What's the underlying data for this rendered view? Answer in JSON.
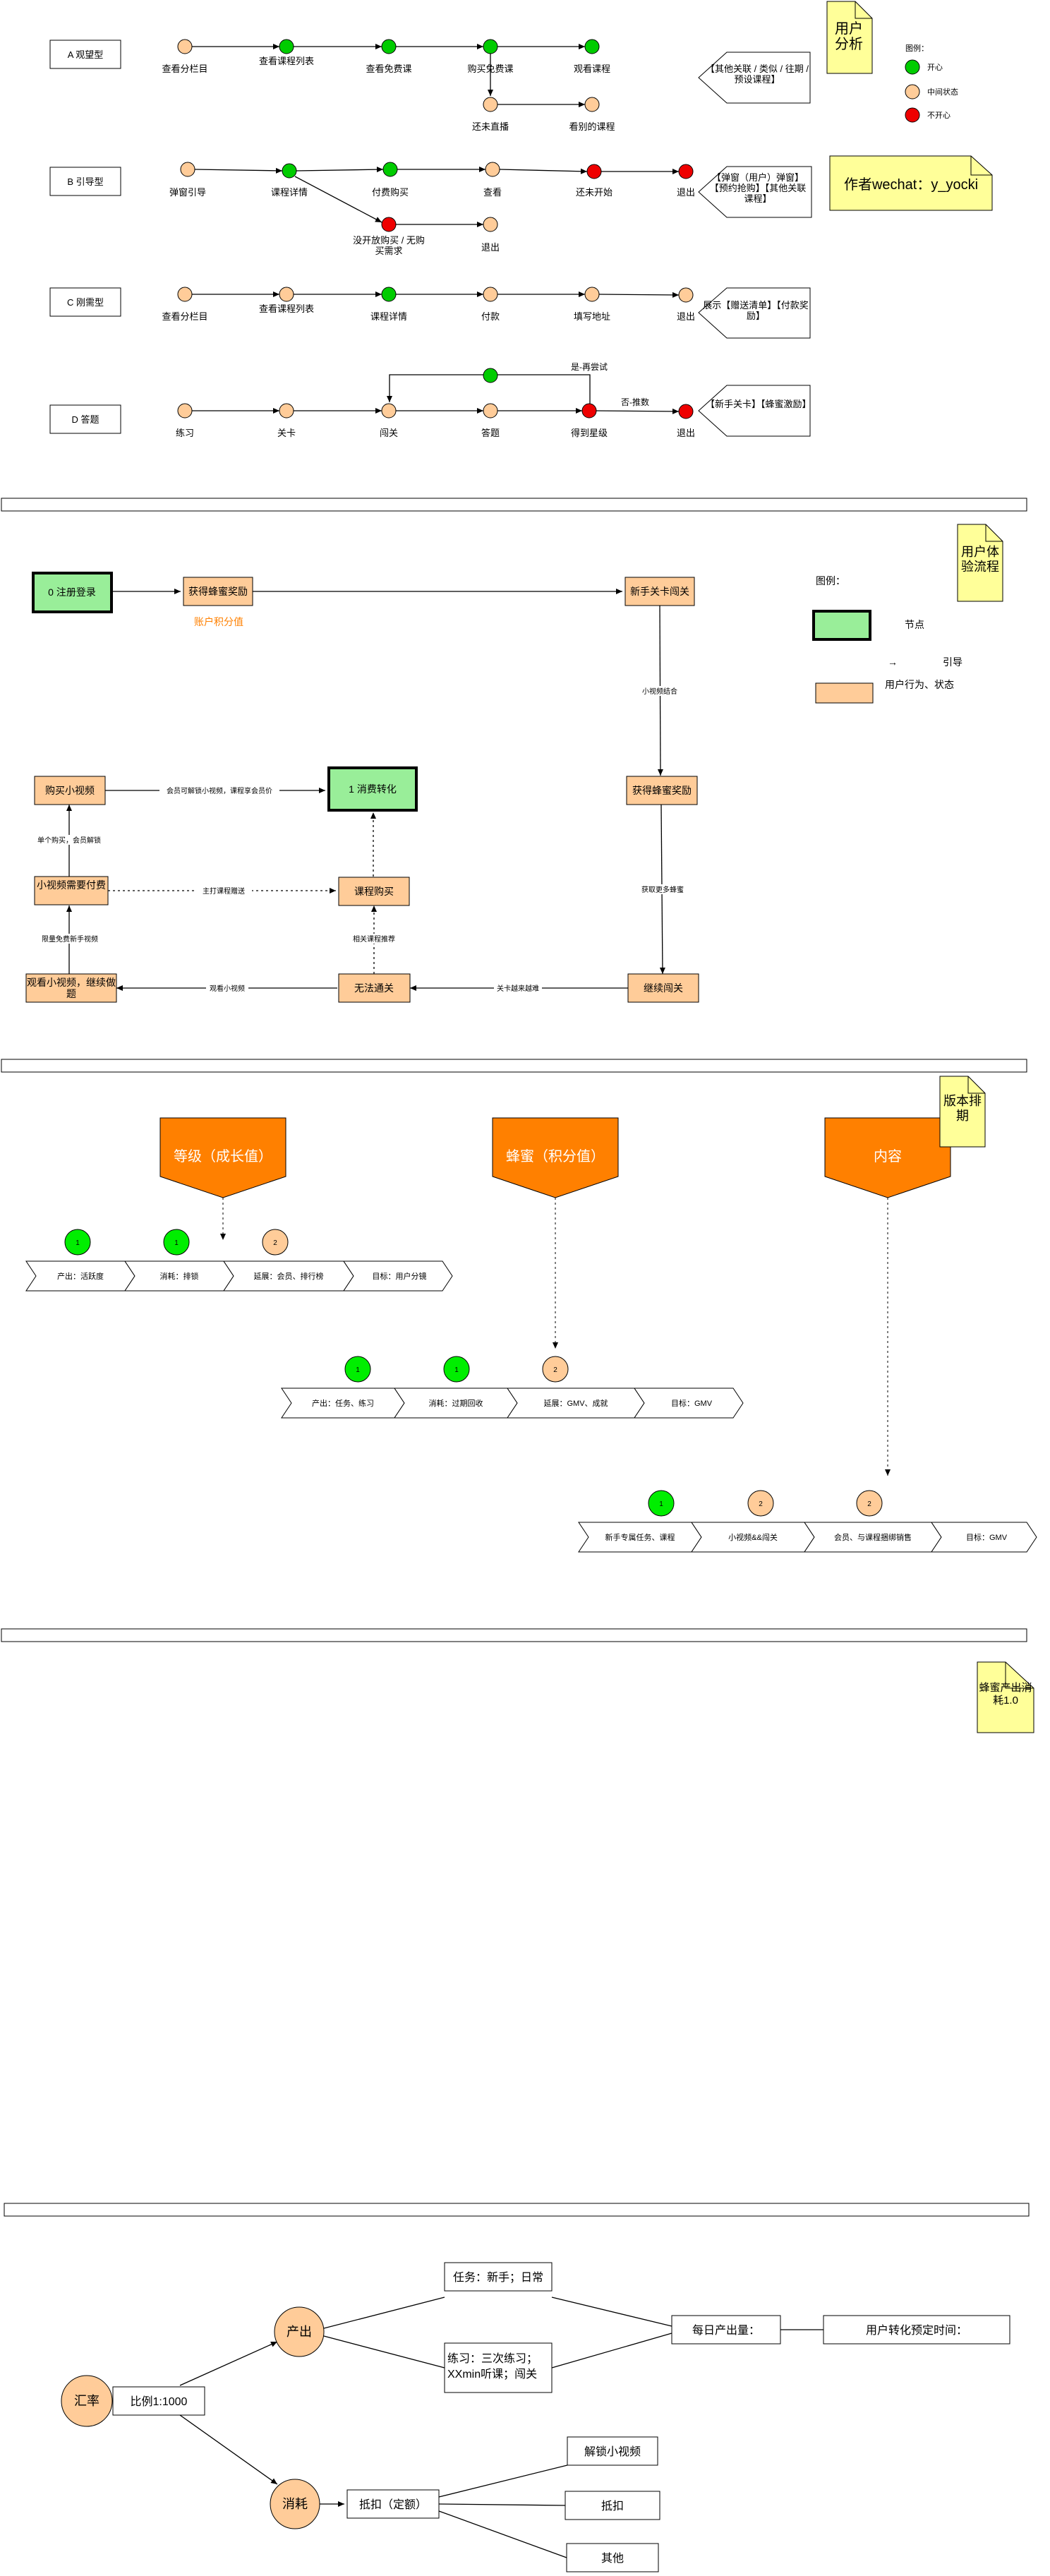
{
  "sec1": {
    "labels": {
      "a": "A 观望型",
      "b": "B 引导型",
      "c": "C 刚需型",
      "d": "D 答题"
    },
    "a_nodes": [
      "查看分栏目",
      "查看课程列表",
      "查看免费课",
      "购买免费课",
      "观看课程",
      "还未直播",
      "看别的课程"
    ],
    "b_nodes": [
      "弹窗引导",
      "课程详情",
      "付费购买",
      "查看",
      "还未开始",
      "退出",
      "没开放购买 / 无购买需求",
      "退出"
    ],
    "c_nodes": [
      "查看分栏目",
      "查看课程列表",
      "课程详情",
      "付款",
      "填写地址",
      "退出"
    ],
    "d_nodes": [
      "练习",
      "关卡",
      "闯关",
      "答题",
      "得到星级",
      "退出"
    ],
    "d_yes": "是-再尝试",
    "d_no": "否-推数",
    "callouts": {
      "a": "【其他关联 / 类似 / 往期 / 预设课程】",
      "b": "【弹窗（用户）弹窗】【预约抢购】【其他关联课程】",
      "c": "展示【赠送清单】【付款奖励】",
      "d": "【新手关卡】【蜂蜜激励】"
    },
    "note_analysis": "用户分析",
    "note_author": "作者wechat：y_yocki",
    "legend": {
      "title": "图例：",
      "happy": "开心",
      "neutral": "中间状态",
      "unhappy": "不开心"
    }
  },
  "sec2": {
    "note": "用户体验流程",
    "login": "0 注册登录",
    "bee": "获得蜂蜜奖励",
    "bee_sub": "账户积分值",
    "newbie": "新手关卡闯关",
    "convert": "1 消费转化",
    "buyvideo": "购买小视频",
    "needpay": "小视频需要付费",
    "coursebuy": "课程购买",
    "bee2": "获得蜂蜜奖励",
    "continue": "继续闯关",
    "fail": "无法通关",
    "watch": "观看小视频，继续做题",
    "e_newbie_bee2": "小视频结合",
    "e_bee2_cont": "获取更多蜂蜜",
    "e_cont_fail": "关卡越来越难",
    "e_fail_watch": "观看小视频",
    "e_fail_course": "相关课程推荐",
    "e_watch_need": "限量免费新手视频",
    "e_need_buy": "单个购买，会员解锁",
    "e_buy_convert": "会员可解锁小视频，课程享会员价",
    "e_need_course": "主打课程赠送",
    "legend_title": "图例：",
    "legend_node": "节点",
    "legend_guide_arrow": "→",
    "legend_guide": "引导",
    "legend_behavior": "用户行为、状态"
  },
  "sec3": {
    "note": "版本排期",
    "h1": "等级（成长值）",
    "h2": "蜂蜜（积分值）",
    "h3": "内容",
    "row1": [
      "产出：活跃度",
      "消耗：排锁",
      "延展：会员、排行榜",
      "目标：用户分镜"
    ],
    "row2": [
      "产出：任务、练习",
      "消耗：过期回收",
      "延展：GMV、成就",
      "目标：GMV"
    ],
    "row3": [
      "新手专属任务、课程",
      "小视频&&闯关",
      "会员、与课程捆绑销售",
      "目标：GMV"
    ],
    "v1": [
      "1",
      "1",
      "2"
    ],
    "v2": [
      "1",
      "1",
      "2"
    ],
    "v3": [
      "1",
      "2",
      "2"
    ]
  },
  "sec4": {
    "note": "蜂蜜产出消耗1.0"
  },
  "sec5": {
    "rate": "汇率",
    "ratio": "比例1:1000",
    "produce": "产出",
    "consume": "消耗",
    "task": "任务：新手；日常",
    "practice": "练习：三次练习；XXmin听课；闯关",
    "daily": "每日产出量：",
    "target": "用户转化预定时间：",
    "deduct": "抵扣（定额）",
    "unlock": "解锁小视频",
    "offset": "抵扣",
    "other": "其他"
  },
  "colors": {
    "happy": "#00cc00",
    "neutral": "#ffcc99",
    "unhappy": "#ee0000",
    "nodegreen": "#99ee99",
    "orange": "#ff8000",
    "note": "#ffff99"
  }
}
